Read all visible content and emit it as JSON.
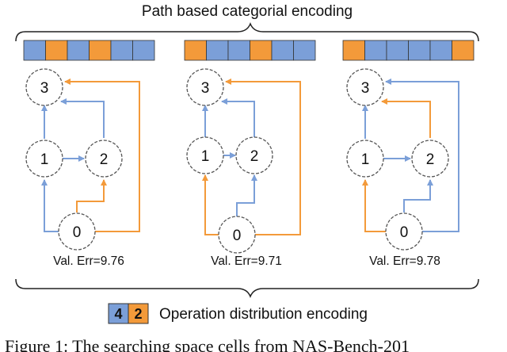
{
  "header": {
    "title": "Path based categorial encoding"
  },
  "colors": {
    "blue": "#7b9fd8",
    "orange": "#f39a3a",
    "node_stroke": "#555555",
    "text": "#111111"
  },
  "icons": {
    "top_brace": "curly-brace-down-icon",
    "bottom_brace": "curly-brace-up-icon",
    "arrowhead": "arrowhead-icon"
  },
  "cells": [
    {
      "encoding": [
        "blue",
        "orange",
        "blue",
        "orange",
        "blue",
        "blue"
      ],
      "nodes": {
        "n0": "0",
        "n1": "1",
        "n2": "2",
        "n3": "3"
      },
      "val_err": "Val. Err=9.76"
    },
    {
      "encoding": [
        "orange",
        "blue",
        "blue",
        "orange",
        "blue",
        "blue"
      ],
      "nodes": {
        "n0": "0",
        "n1": "1",
        "n2": "2",
        "n3": "3"
      },
      "val_err": "Val. Err=9.71"
    },
    {
      "encoding": [
        "orange",
        "blue",
        "blue",
        "blue",
        "blue",
        "orange"
      ],
      "nodes": {
        "n0": "0",
        "n1": "1",
        "n2": "2",
        "n3": "3"
      },
      "val_err": "Val. Err=9.78"
    }
  ],
  "distribution": {
    "blue_count": "4",
    "orange_count": "2",
    "label": "Operation distribution encoding"
  },
  "caption": {
    "text": "Figure 1: The searching space cells from NAS-Bench-201"
  }
}
